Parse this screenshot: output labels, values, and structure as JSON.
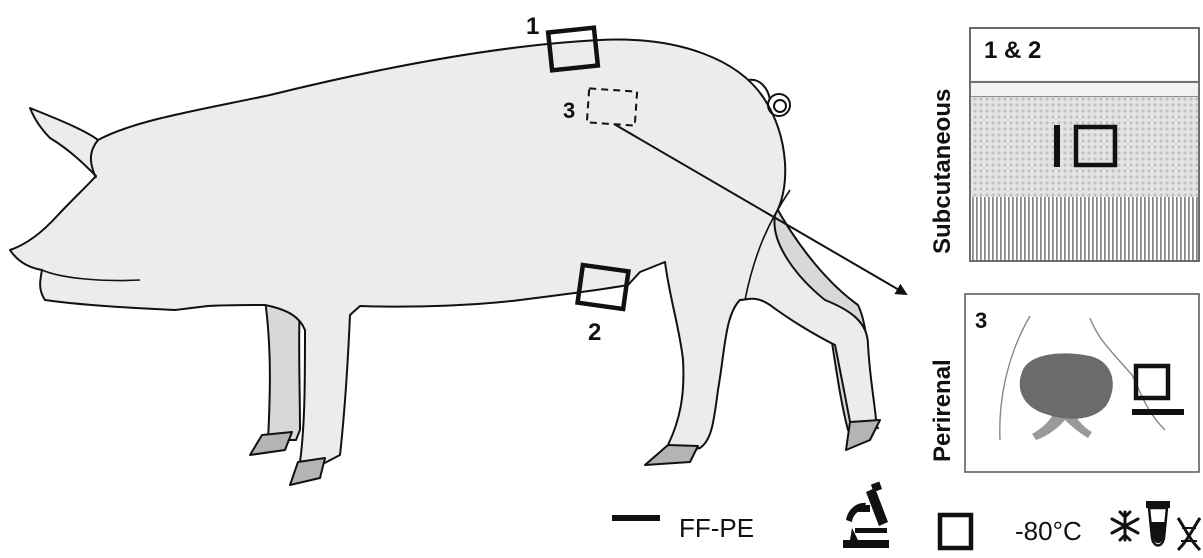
{
  "diagram": {
    "sites": [
      {
        "label": "1"
      },
      {
        "label": "2"
      },
      {
        "label": "3"
      }
    ],
    "panels": {
      "subcutaneous": {
        "side_label": "Subcutaneous",
        "corner_label": "1 & 2"
      },
      "perirenal": {
        "side_label": "Perirenal",
        "corner_label": "3"
      }
    },
    "legend": {
      "ffpe_label": "FF-PE",
      "microscope_icon": "microscope-icon",
      "freeze_label": "-80°C",
      "freeze_icons": [
        "snowflake-icon",
        "tube-icon",
        "dna-icon"
      ]
    },
    "colors": {
      "body_fill": "#ececec",
      "leg_fill": "#d8d8d8",
      "hoof_fill": "#b4b4b4",
      "kidney_fill": "#6b6b6b",
      "stroke": "#111111"
    }
  }
}
